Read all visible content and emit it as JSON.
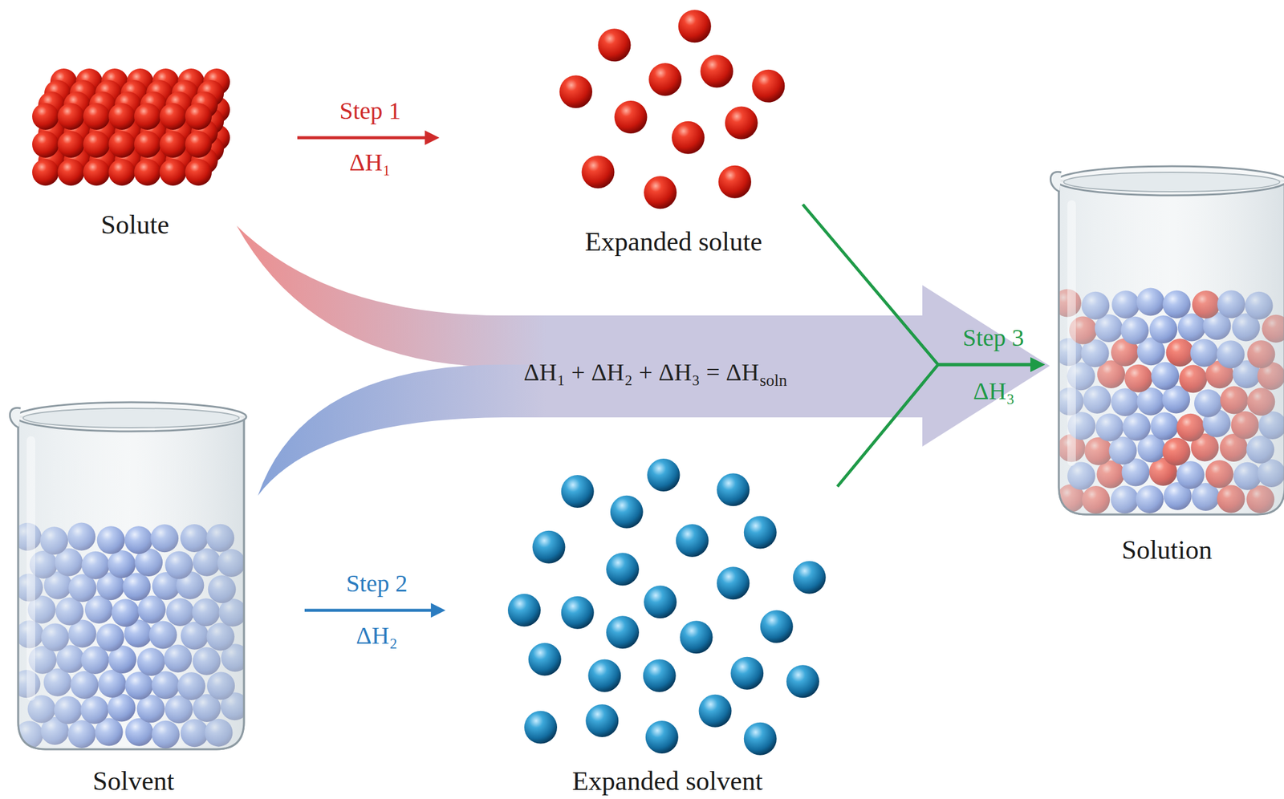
{
  "diagram": {
    "nodes": [
      {
        "text": [
          "Solute"
        ]
      },
      {
        "text": [
          "Expanded solute"
        ]
      },
      {
        "text": [
          "Solvent"
        ]
      },
      {
        "text": [
          "Expanded solvent"
        ]
      },
      {
        "text": [
          "Solution"
        ]
      }
    ],
    "edges": [
      {
        "from": 0,
        "to": 1,
        "arrow": "to",
        "label": "Step 1"
      },
      {
        "from": 2,
        "to": 3,
        "arrow": "to",
        "label": "Step 2"
      },
      {
        "from": 1,
        "to": 4,
        "arrow": "to",
        "label": "Step 3"
      },
      {
        "from": 3,
        "to": 4,
        "arrow": "to"
      },
      {
        "from": 0,
        "to": 4,
        "arrow": "to"
      },
      {
        "from": 2,
        "to": 4,
        "arrow": "to"
      }
    ],
    "labels": [
      "ΔH₁",
      "ΔH₂",
      "ΔH₃",
      "ΔH₁ + ΔH₂ + ΔH₃ = ΔH",
      "soln"
    ]
  }
}
